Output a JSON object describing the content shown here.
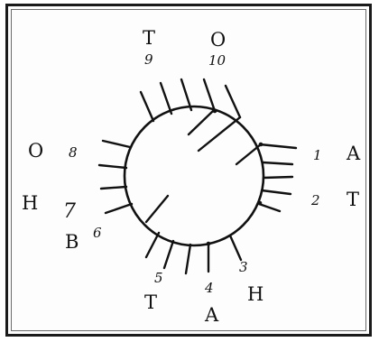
{
  "figure": {
    "ink_color": "#111111",
    "frame_color": "#1a1a1a",
    "background_color": "#fdfdfd"
  },
  "positions": [
    {
      "number": "1",
      "letter": "A"
    },
    {
      "number": "2",
      "letter": "T"
    },
    {
      "number": "3",
      "letter": "H"
    },
    {
      "number": "4",
      "letter": "A"
    },
    {
      "number": "5",
      "letter": "T"
    },
    {
      "number": "6",
      "letter": "B"
    },
    {
      "number": "7",
      "letter": "H"
    },
    {
      "number": "8",
      "letter": "O"
    },
    {
      "number": "9",
      "letter": "T"
    },
    {
      "number": "10",
      "letter": "O"
    }
  ]
}
